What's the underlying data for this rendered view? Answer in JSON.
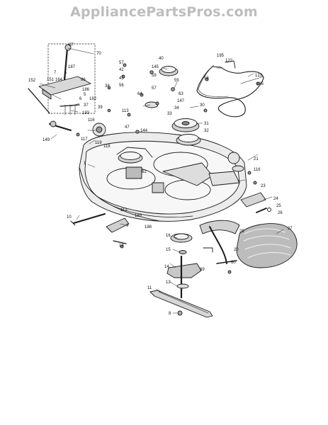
{
  "watermark": "AppliancePartsPros.com",
  "labels": {
    "l70": "70",
    "l67": "67",
    "l187": "187",
    "l7": "7",
    "l151": "151",
    "l164": "164",
    "l86": "86",
    "l186": "186",
    "l152": "152",
    "l5": "5",
    "l6": "6",
    "l182": "182",
    "l37": "37",
    "l193": "193",
    "l116": "116",
    "l149": "149",
    "l117": "117",
    "l119": "119",
    "l118": "118",
    "l1": "1",
    "l57a": "57",
    "l42": "42",
    "l43": "43",
    "l56": "56",
    "l38": "38",
    "l39": "39",
    "l113": "113",
    "l40": "40",
    "l145": "145",
    "l55": "55",
    "l57b": "57",
    "l59": "59",
    "l64": "64",
    "l63": "63",
    "l147": "147",
    "l34": "34",
    "l33": "33",
    "l30": "30",
    "l31": "31",
    "l32": "32",
    "l47": "47",
    "l144": "144",
    "l195": "195",
    "l122": "122",
    "l58": "58",
    "l123": "123",
    "l185": "185",
    "l21": "21",
    "l116b": "116",
    "l23": "23",
    "l24": "24",
    "l25": "25",
    "l26": "26",
    "l27": "27",
    "l29": "29",
    "l20": "20",
    "l60": "60",
    "l69": "69",
    "l16": "16",
    "l15": "15",
    "l14": "14",
    "l13": "13",
    "l11": "11",
    "l8": "8",
    "l188": "188",
    "l189": "189",
    "l13b": "13",
    "l10": "10",
    "l9": "9",
    "l62": "62",
    "l113b": "113"
  }
}
